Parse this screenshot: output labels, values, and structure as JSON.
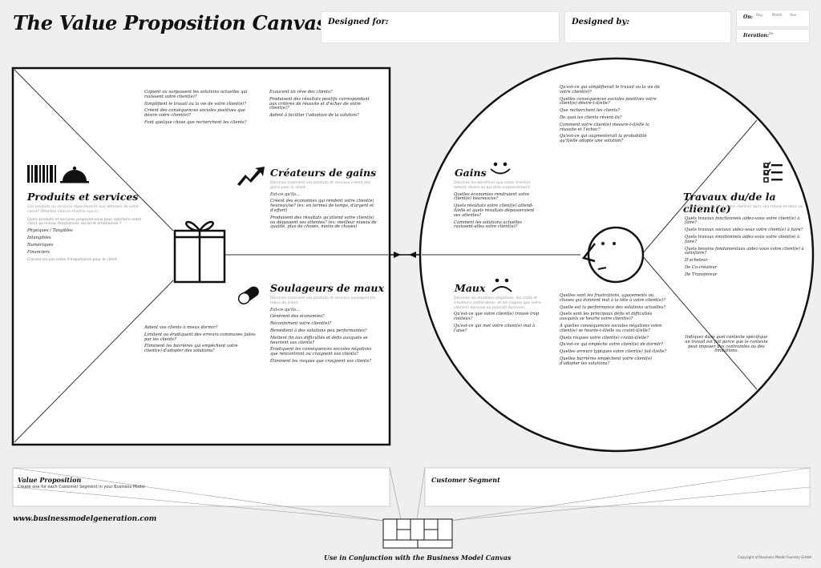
{
  "title": "The Value Proposition Canvas",
  "header": {
    "designed_for": "Designed for:",
    "designed_by": "Designed by:",
    "on": "On:",
    "on_sub": [
      "Day",
      "Month",
      "Year"
    ],
    "iteration": "Iteration:",
    "iteration_sub": "No."
  },
  "left": {
    "products": {
      "title": "Produits et services",
      "intro": "Ces produits ou services répondent-ils aux attentes de votre client? Détaillez chacun d'entre eux ici.",
      "body": [
        "Quels produits et services proposez-vous pour satisfaire votre client au niveau fonctionnel, social et émotionnel ?",
        "Physiques / Tangibles",
        "Intangibles",
        "Numériques",
        "Financiers",
        "Classez-les par ordre d'importance pour le client."
      ]
    },
    "gains_creators": {
      "title": "Créateurs de gains",
      "questions": [
        "Décrivez comment vos produits et services créent des gains pour le client.",
        "Est-ce qu'ils...",
        "Créent des économies qui rendent votre client(e) heureux/se? (ex: en termes de temps, d'argent et d'effort)",
        "Produisent des résultats qu'attend votre client(e) ou dépassent ses attentes? (ex: meilleur niveau de qualité, plus de choses, moins de choses)"
      ],
      "top_questions": [
        "Copient ou surpassent les solutions actuelles qui ravissent votre client(e)?",
        "Simplifient le travail ou la vie de votre client(e)?",
        "Créent des conséquences sociales positives que désire votre client(e)?",
        "Font quelque chose que recherchent les clients?",
        "Exaucent un rêve des clients?",
        "Produisent des résultats positifs correspondant aux critères de réussite et d'échec de votre client(e)?",
        "Aident à faciliter l'adoption de la solution?"
      ]
    },
    "pain_relievers": {
      "title": "Soulageurs de maux",
      "questions": [
        "Décrivez comment vos produits et services soulagent les maux du client.",
        "Est-ce qu'ils...",
        "Génèrent des économies?",
        "Réconfortent votre client(e)?",
        "Remédient à des solutions peu performantes?",
        "Mettent fin aux difficultés et défis auxquels se heurtent vos clients?",
        "Éradiquent les conséquences sociales négatives que rencontrent ou craignent vos clients?",
        "Éliminent les risques que craignent vos clients?",
        "Aident vos clients à mieux dormir?",
        "Limitent ou éradiquent des erreurs communes faites par les clients?",
        "Éliminent les barrières qui empêchent votre client(e) d'adopter des solutions?"
      ]
    }
  },
  "right": {
    "gains": {
      "title": "Gains",
      "questions": [
        "Décrivez les bénéfices que votre client(e) attend, désire ou qui le/la surprendraient.",
        "Quelles économies rendraient votre client(e) heureux/se?",
        "Quels résultats votre client(e) attend-il/elle et quels résultats dépasseraient ses attentes?",
        "Comment les solutions actuelles ravissent-elles votre client(e)?",
        "Qu'est-ce qui simplifierait le travail ou la vie de votre client(e)?",
        "Quelles conséquences sociales positives votre client(e) désire-t-il/elle?",
        "Que recherchent les clients?",
        "De quoi les clients rêvent-ils?",
        "Comment votre client(e) mesure-t-il/elle la réussite et l'échec?",
        "Qu'est-ce qui augmenterait la probabilité qu'il/elle adopte une solution?"
      ]
    },
    "pains": {
      "title": "Maux",
      "questions": [
        "Décrivez les émotions négatives, les coûts et situations indésirables, et les risques que votre client(e) éprouve ou pourrait éprouver.",
        "Qu'est-ce que votre client(e) trouve trop coûteux?",
        "Qu'est-ce qui met votre client(e) mal à l'aise?",
        "Quelles sont les frustrations, agacements ou choses qui donnent mal à la tête à votre client(e)?",
        "Quelle est la performance des solutions actuelles?",
        "Quels sont les principaux défis et difficultés auxquels se heurte votre client(e)?",
        "À quelles conséquences sociales négatives votre client(e) se heurte-t-il/elle ou craint-il/elle?",
        "Quels risques votre client(e) craint-il/elle?",
        "Qu'est-ce qui empêche votre client(e) de dormir?",
        "Quelles erreurs typiques votre client(e) fait-il/elle?",
        "Quelles barrières empêchent votre client(e) d'adopter les solutions?"
      ]
    },
    "jobs": {
      "title": "Travaux du/de la client(e)",
      "questions": [
        "Que s'efforce de faire votre client(e) dans son travail et dans sa vie?",
        "Quels travaux fonctionnels aidez-vous votre client(e) à faire?",
        "Quels travaux sociaux aidez-vous votre client(e) à faire?",
        "Quels travaux émotionnels aidez-vous votre client(e) à faire?",
        "Quels besoins fondamentaux aidez-vous votre client(e) à satisfaire?",
        "D'acheteur",
        "De Co-créateur",
        "De Transféreur",
        "Indiquez dans quel contexte spécifique un travail est fait parce que le contexte peut imposer des contraintes ou des limitations."
      ]
    }
  },
  "footer": {
    "value_prop": "Value Proposition",
    "value_prop_sub": "Create one for each Customer Segment in your Business Model",
    "customer_segment": "Customer Segment",
    "url": "www.businessmodelgeneration.com",
    "conjunction": "Use in Conjunction with the Business Model Canvas",
    "copyright": "Copyright of Business Model Foundry GmbH"
  }
}
